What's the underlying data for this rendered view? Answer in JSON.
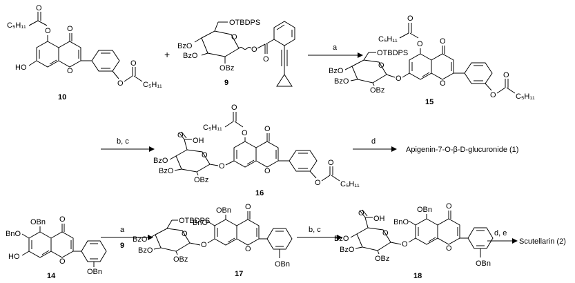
{
  "groups": {
    "c5h11": "C₅H₁₁",
    "otbdps": "OTBDPS",
    "obz": "OBz",
    "bzo": "BzO",
    "obn": "OBn",
    "bno": "BnO",
    "ho": "HO",
    "oh": "OH",
    "o": "O"
  },
  "compounds": {
    "c10": "10",
    "c9": "9",
    "c15": "15",
    "c16": "16",
    "c14": "14",
    "c17": "17",
    "c18": "18"
  },
  "conditions": {
    "step1": "a",
    "step2": "b, c",
    "step3": "d",
    "step4_top": "a",
    "step4_bottom": "9",
    "step5": "b, c",
    "step6": "d, e"
  },
  "operators": {
    "plus": "+"
  },
  "products": {
    "p1": "Apigenin-7-O-β-D-glucuronide (1)",
    "p2": "Scutellarin (2)"
  }
}
